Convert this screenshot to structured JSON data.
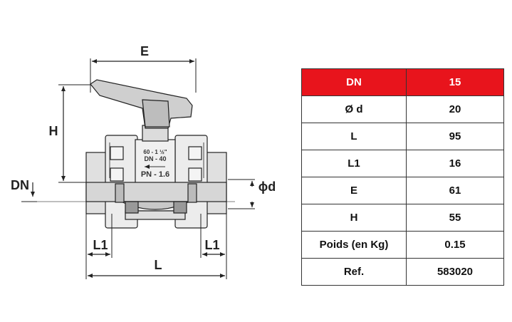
{
  "colors": {
    "header_bg": "#e8141c",
    "line": "#222222"
  },
  "drawing": {
    "labels": {
      "E": "E",
      "H": "H",
      "DN": "DN",
      "d": "ϕd",
      "L1_left": "L1",
      "L1_right": "L1",
      "L": "L"
    },
    "body_text": {
      "line1": "60 - 1 ½\"",
      "line2": "DN - 40",
      "line3": "PN - 1.6"
    }
  },
  "table": {
    "rows": [
      {
        "label": "DN",
        "value": "15"
      },
      {
        "label": "Ø d",
        "value": "20"
      },
      {
        "label": "L",
        "value": "95"
      },
      {
        "label": "L1",
        "value": "16"
      },
      {
        "label": "E",
        "value": "61"
      },
      {
        "label": "H",
        "value": "55"
      },
      {
        "label": "Poids (en Kg)",
        "value": "0.15"
      },
      {
        "label": "Ref.",
        "value": "583020"
      }
    ]
  }
}
